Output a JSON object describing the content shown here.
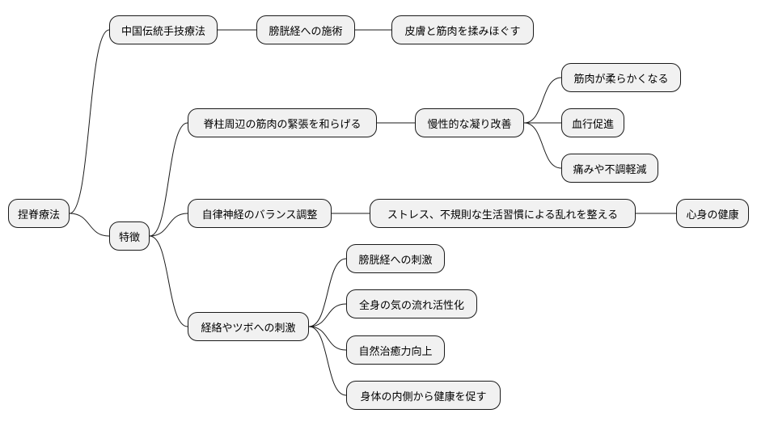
{
  "mindmap": {
    "root": "捏脊療法",
    "branch_1": {
      "label": "中国伝統手技療法",
      "child": "膀胱経への施術",
      "grandchild": "皮膚と筋肉を揉みほぐす"
    },
    "branch_2": {
      "label": "特徴",
      "feature_1": {
        "label": "脊柱周辺の筋肉の緊張を和らげる",
        "child": "慢性的な凝り改善",
        "effects": [
          "筋肉が柔らかくなる",
          "血行促進",
          "痛みや不調軽減"
        ]
      },
      "feature_2": {
        "label": "自律神経のバランス調整",
        "child": "ストレス、不規則な生活習慣による乱れを整える",
        "grandchild": "心身の健康"
      },
      "feature_3": {
        "label": "経絡やツボへの刺激",
        "effects": [
          "膀胱経への刺激",
          "全身の気の流れ活性化",
          "自然治癒力向上",
          "身体の内側から健康を促す"
        ]
      }
    }
  }
}
